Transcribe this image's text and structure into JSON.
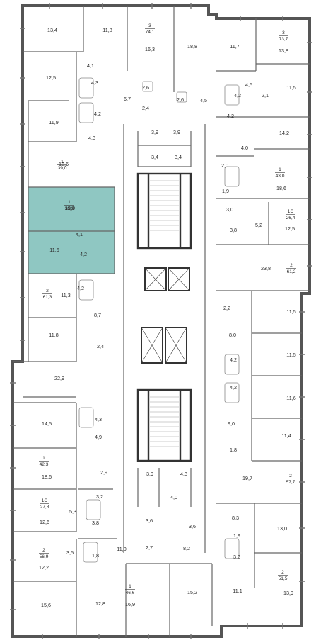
{
  "plan": {
    "highlight_color": "#8fc7c2",
    "apartments": [
      {
        "id": "apt-3-74",
        "number": "3",
        "area": "74,1"
      },
      {
        "id": "apt-3-73",
        "number": "3",
        "area": "73,7"
      },
      {
        "id": "apt-1-39",
        "number": "1",
        "area": "39,0"
      },
      {
        "id": "apt-1-43",
        "number": "1",
        "area": "43,0"
      },
      {
        "id": "apt-1-38",
        "number": "1",
        "area": "38,9",
        "highlighted": true
      },
      {
        "id": "apt-1c-26",
        "number": "1С",
        "area": "26,4"
      },
      {
        "id": "apt-2-61-2",
        "number": "2",
        "area": "61,2"
      },
      {
        "id": "apt-2-61-3",
        "number": "2",
        "area": "61,3"
      },
      {
        "id": "apt-1-42",
        "number": "1",
        "area": "42,3"
      },
      {
        "id": "apt-2-57",
        "number": "2",
        "area": "57,7"
      },
      {
        "id": "apt-1c-27",
        "number": "1С",
        "area": "27,8"
      },
      {
        "id": "apt-2-56",
        "number": "2",
        "area": "56,9"
      },
      {
        "id": "apt-1-46",
        "number": "1",
        "area": "46,6"
      },
      {
        "id": "apt-2-51",
        "number": "2",
        "area": "51,5"
      }
    ],
    "rooms": [
      "13,4",
      "11,8",
      "16,3",
      "18,8",
      "11,7",
      "13,8",
      "12,5",
      "4,1",
      "4,3",
      "2,6",
      "2,6",
      "6,7",
      "4,5",
      "4,5",
      "4,2",
      "2,1",
      "11,5",
      "4,2",
      "2,4",
      "11,9",
      "3,9",
      "3,9",
      "4,2",
      "14,2",
      "4,3",
      "3,4",
      "3,4",
      "4,0",
      "18,6",
      "2,0",
      "18,6",
      "19,0",
      "1,9",
      "3,0",
      "4,1",
      "5,2",
      "3,8",
      "12,5",
      "11,6",
      "4,2",
      "23,8",
      "4,2",
      "11,3",
      "2,2",
      "11,5",
      "8,7",
      "11,8",
      "8,0",
      "2,4",
      "4,2",
      "11,5",
      "22,9",
      "4,2",
      "11,6",
      "14,5",
      "4,3",
      "9,0",
      "4,9",
      "11,4",
      "1,8",
      "18,6",
      "2,9",
      "3,9",
      "4,3",
      "19,7",
      "3,2",
      "4,0",
      "5,3",
      "8,3",
      "12,6",
      "3,8",
      "1,9",
      "13,0",
      "3,6",
      "3,6",
      "3,3",
      "3,5",
      "1,8",
      "11,0",
      "2,7",
      "8,2",
      "12,2",
      "11,1",
      "13,9",
      "15,6",
      "12,8",
      "16,9",
      "15,2"
    ]
  }
}
